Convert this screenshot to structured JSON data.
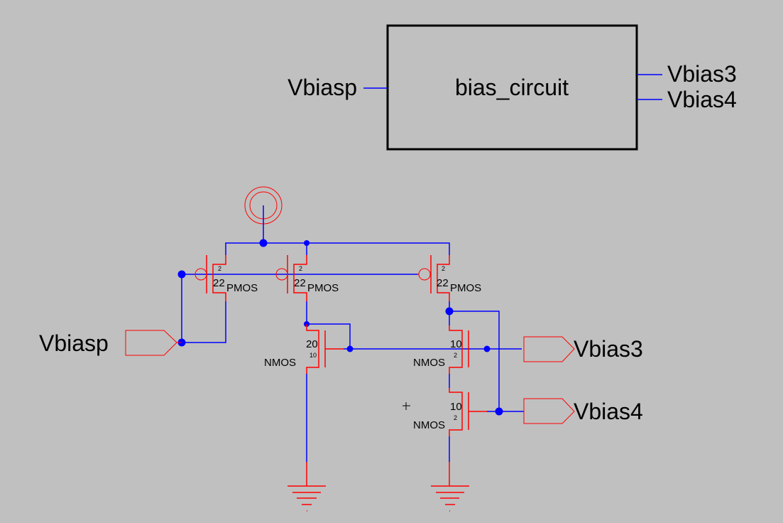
{
  "block": {
    "name": "bias_circuit",
    "input_pin": "Vbiasp",
    "output_pins": [
      "Vbias3",
      "Vbias4"
    ]
  },
  "schematic": {
    "input_port": "Vbiasp",
    "output_ports": [
      "Vbias3",
      "Vbias4"
    ],
    "pmos": [
      {
        "type": "PMOS",
        "width": "22",
        "length": "2"
      },
      {
        "type": "PMOS",
        "width": "22",
        "length": "2"
      },
      {
        "type": "PMOS",
        "width": "22",
        "length": "2"
      }
    ],
    "nmos": [
      {
        "type": "NMOS",
        "width": "20",
        "length": "10"
      },
      {
        "type": "NMOS",
        "width": "10",
        "length": "2"
      },
      {
        "type": "NMOS",
        "width": "10",
        "length": "2"
      }
    ]
  },
  "colors": {
    "wire": "#0000ff",
    "symbol": "#ff0000",
    "background": "#c0c0c0"
  }
}
